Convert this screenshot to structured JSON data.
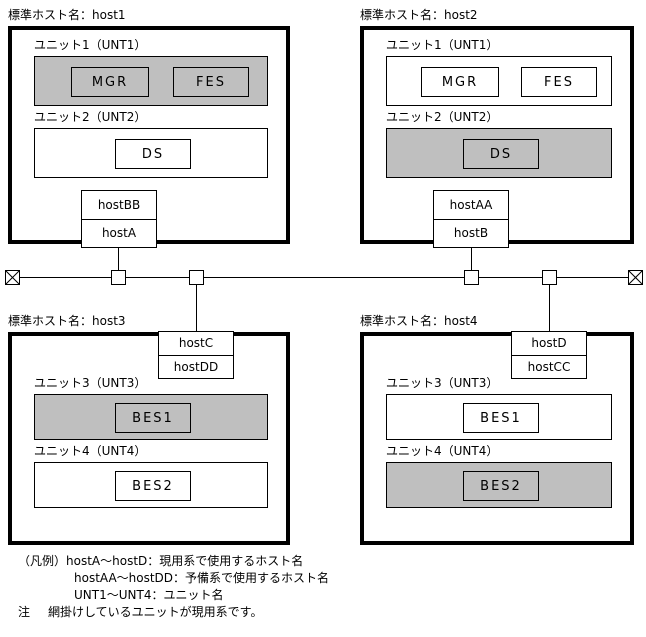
{
  "diagram": {
    "title_prefix": "標準ホスト名：",
    "shade_color": "#bfbfbf",
    "line_color": "#000000",
    "background": "#ffffff"
  },
  "hosts": [
    {
      "id": "host1",
      "caption": "標準ホスト名：host1",
      "units": [
        {
          "caption": "ユニット1（UNT1）",
          "shaded": true,
          "processes": [
            "MGR",
            "FES"
          ]
        },
        {
          "caption": "ユニット2（UNT2）",
          "shaded": false,
          "processes": [
            "DS"
          ]
        }
      ],
      "hostnames": [
        "hostBB",
        "hostA"
      ]
    },
    {
      "id": "host2",
      "caption": "標準ホスト名：host2",
      "units": [
        {
          "caption": "ユニット1（UNT1）",
          "shaded": false,
          "processes": [
            "MGR",
            "FES"
          ]
        },
        {
          "caption": "ユニット2（UNT2）",
          "shaded": true,
          "processes": [
            "DS"
          ]
        }
      ],
      "hostnames": [
        "hostAA",
        "hostB"
      ]
    },
    {
      "id": "host3",
      "caption": "標準ホスト名：host3",
      "units": [
        {
          "caption": "ユニット3（UNT3）",
          "shaded": true,
          "processes": [
            "BES1"
          ]
        },
        {
          "caption": "ユニット4（UNT4）",
          "shaded": false,
          "processes": [
            "BES2"
          ]
        }
      ],
      "hostnames": [
        "hostC",
        "hostDD"
      ]
    },
    {
      "id": "host4",
      "caption": "標準ホスト名：host4",
      "units": [
        {
          "caption": "ユニット3（UNT3）",
          "shaded": false,
          "processes": [
            "BES1"
          ]
        },
        {
          "caption": "ユニット4（UNT4）",
          "shaded": true,
          "processes": [
            "BES2"
          ]
        }
      ],
      "hostnames": [
        "hostD",
        "hostCC"
      ]
    }
  ],
  "network": {
    "terminator_icon": "x-square-terminator-icon",
    "connector_icon": "tap-connector-icon",
    "connector_count": 4
  },
  "legend": {
    "label": "（凡例）",
    "rows": [
      "hostA～hostD：現用系で使用するホスト名",
      "hostAA～hostDD：予備系で使用するホスト名",
      "UNT1～UNT4：ユニット名"
    ],
    "note_label": "注",
    "note_text": "網掛けしているユニットが現用系です。"
  }
}
